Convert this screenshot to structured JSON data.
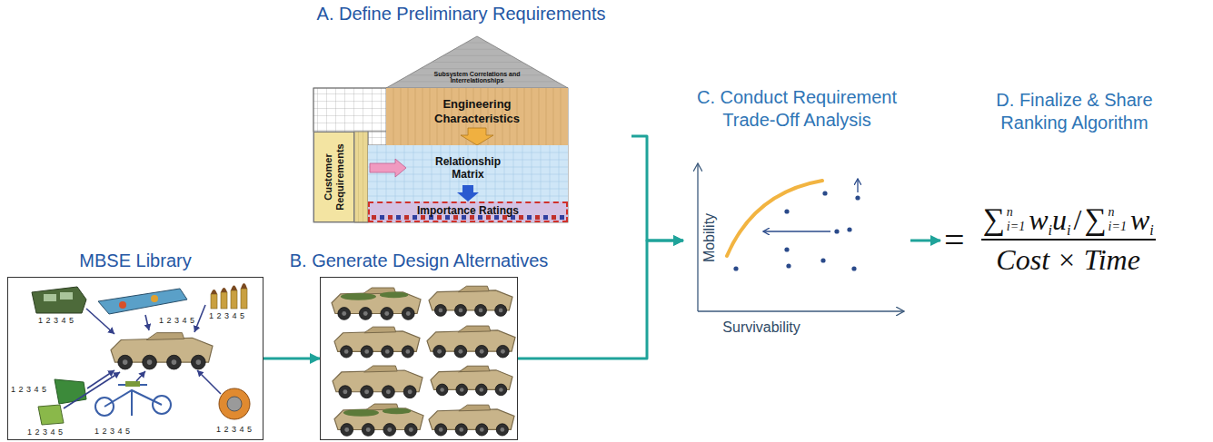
{
  "diagram": {
    "nodes": [
      {
        "text": [
          "A. Define Preliminary Requirements"
        ]
      },
      {
        "text": [
          "Subsystem Correlations and Interrelationships"
        ],
        "in": 0
      },
      {
        "text": [
          "Engineering Characteristics"
        ],
        "in": 0
      },
      {
        "text": [
          "Customer Requirements"
        ],
        "in": 0
      },
      {
        "text": [
          "Relationship Matrix"
        ],
        "in": 0
      },
      {
        "text": [
          "Importance Ratings"
        ],
        "in": 0
      },
      {
        "text": [
          "MBSE Library"
        ]
      },
      {
        "text": [
          "B. Generate Design Alternatives"
        ]
      },
      {
        "text": [
          "C. Conduct Requirement Trade-Off Analysis"
        ]
      },
      {
        "text": [
          "D. Finalize & Share Ranking Algorithm"
        ]
      }
    ],
    "edges": [
      {
        "from": 6,
        "to": 7,
        "arrow": "to"
      },
      {
        "from": 0,
        "to": 8,
        "arrow": "to"
      },
      {
        "from": 7,
        "to": 8,
        "arrow": "to"
      },
      {
        "from": 8,
        "to": 9,
        "arrow": "to"
      }
    ],
    "labels": [
      "Mobility",
      "Survivability",
      "=",
      "∑",
      "n",
      "i=1",
      "w",
      "i",
      "u",
      "i",
      "/",
      "∑",
      "n",
      "i=1",
      "w",
      "i",
      "Cost × Time",
      "1 2 3 4 5",
      "1 2 3 4 5",
      "1 2 3 4 5",
      "1 2 3 4 5",
      "1 2 3 4 5",
      "1 2 3 4 5",
      "1 2 3 4 5"
    ]
  }
}
